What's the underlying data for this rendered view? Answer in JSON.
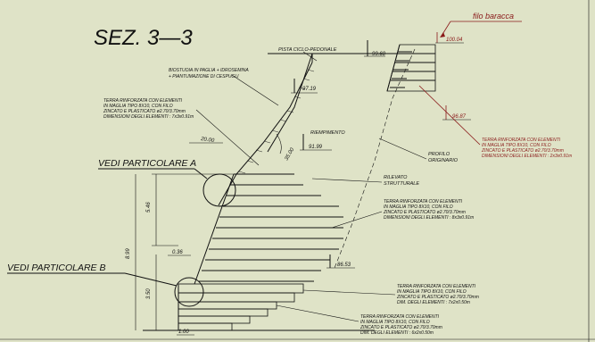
{
  "section_title": "SEZ.   3—3",
  "filo_baracca": "filo baracca",
  "pista": "PISTA CICLO-PEDONALE",
  "biostuoia": [
    "BIOSTUOIA IN PAGLIA + IDROSEMINA",
    "+ PIANTUMAZIONE DI CESPUGLI"
  ],
  "terra_top": [
    "TERRA RINFORZATA CON ELEMENTI",
    "IN MAGLIA TIPO 8X10, CON FILO",
    "ZINCATO E PLASTICATO ø2.70/3.70mm",
    "DIMENSIONI DEGLI ELEMENTI : 7x3x0.91m"
  ],
  "terra_right_top": [
    "TERRA RINFORZATA CON ELEMENTI",
    "IN MAGLIA TIPO 8X10, CON FILO",
    "ZINCATO E PLASTICATO ø2.70/3.70mm",
    "DIMENSIONI DEGLI ELEMENTI : 2x3x0.91m"
  ],
  "terra_mid": [
    "TERRA RINFORZATA CON ELEMENTI",
    "IN MAGLIA TIPO 8X10, CON FILO",
    "ZINCATO E PLASTICATO ø2.70/3.70mm",
    "DIMENSIONI DEGLI ELEMENTI : 8x3x0.91m"
  ],
  "terra_low": [
    "TERRA RINFORZATA CON ELEMENTI",
    "IN MAGLIA TIPO 8X10, CON FILO",
    "ZINCATO E PLASTICATO ø2.70/3.70mm",
    "DIM. DEGLI ELEMENTI : 7x2x0.50m"
  ],
  "terra_bottom": [
    "TERRA RINFORZATA CON ELEMENTI",
    "IN MAGLIA TIPO 8X10, CON FILO",
    "ZINCATO E PLASTICATO ø2.70/3.70mm",
    "DIM. DEGLI ELEMENTI : 6x2x0.50m"
  ],
  "riempimento": "RIEMPIMENTO",
  "profilo": [
    "PROFILO",
    "ORIGINARIO"
  ],
  "rilevato": [
    "RILEVATO",
    "STRUTTURALE"
  ],
  "particolare_a": "VEDI PARTICOLARE A",
  "particolare_b": "VEDI PARTICOLARE B",
  "elevations": {
    "e1": "100.04",
    "e2": "99.60",
    "e3": "97.19",
    "e4": "96.87",
    "e5": "91.99",
    "e6": "86.53"
  },
  "dims": {
    "w2000": "20.00",
    "ang": "35.00",
    "h546": "5.46",
    "h899": "8.99",
    "h350": "3.50",
    "w036": "0.36",
    "w100": "1.00"
  }
}
